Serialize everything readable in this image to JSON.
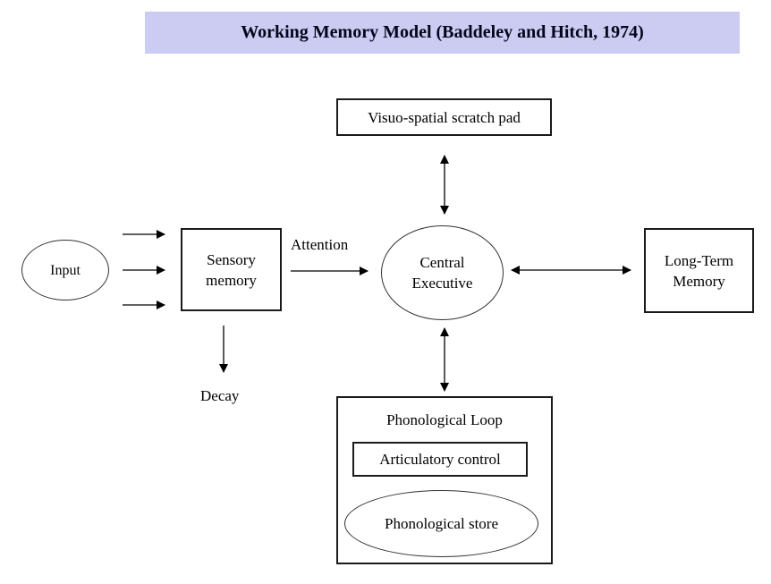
{
  "title": {
    "text": "Working Memory Model (Baddeley and Hitch, 1974)"
  },
  "nodes": {
    "visuo_spatial": {
      "label": "Visuo-spatial scratch pad"
    },
    "input": {
      "label": "Input"
    },
    "sensory_memory": {
      "label": "Sensory memory"
    },
    "central_executive": {
      "label": "Central Executive"
    },
    "long_term_memory": {
      "label": "Long-Term Memory"
    },
    "phonological_loop": {
      "label": "Phonological Loop"
    },
    "articulatory_control": {
      "label": "Articulatory control"
    },
    "phonological_store": {
      "label": "Phonological store"
    }
  },
  "edge_labels": {
    "attention": {
      "label": "Attention"
    },
    "decay": {
      "label": "Decay"
    }
  },
  "colors": {
    "title_bg": "#ccccf2",
    "title_text": "#05051c",
    "stroke": "#000000",
    "background": "#ffffff"
  }
}
